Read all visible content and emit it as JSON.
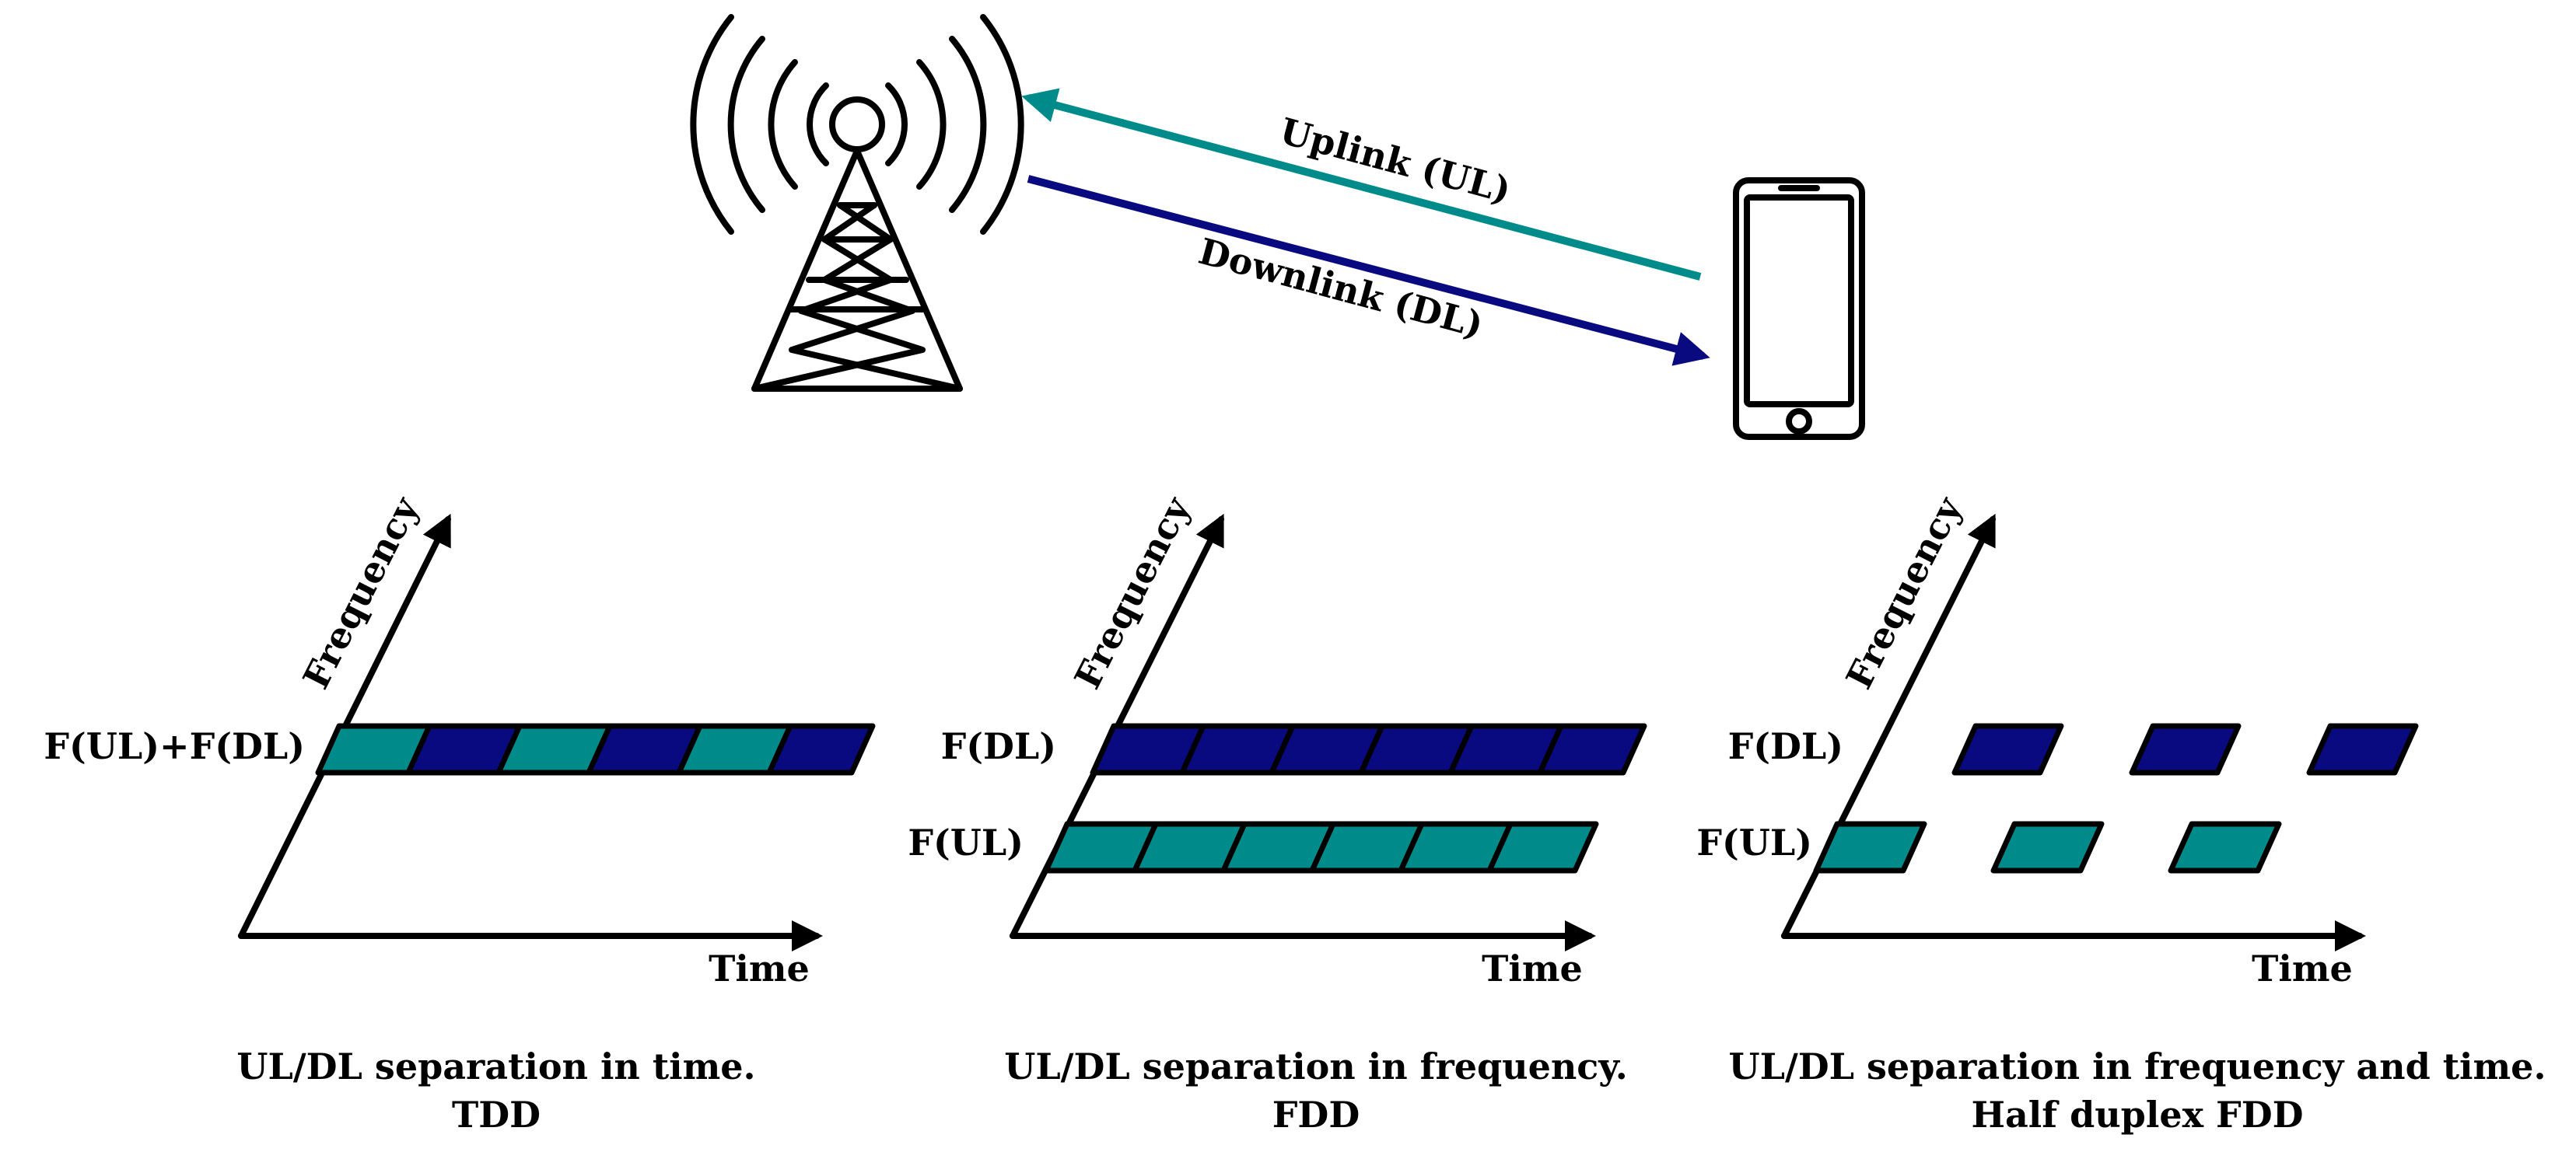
{
  "colors": {
    "uplink": "#008b8b",
    "downlink": "#0a0a80",
    "ink": "#000000"
  },
  "links": {
    "uplink_label": "Uplink (UL)",
    "downlink_label": "Downlink (DL)"
  },
  "icons": {
    "tower": "cell-tower-icon",
    "phone": "smartphone-icon"
  },
  "panels": [
    {
      "id": "tdd",
      "y_axis_label": "Frequency",
      "x_axis_label": "Time",
      "band_labels": [
        "F(UL)+F(DL)"
      ],
      "caption_line1": "UL/DL separation in time.",
      "caption_line2": "TDD",
      "slots": [
        "UL",
        "DL",
        "UL",
        "DL",
        "UL",
        "DL"
      ]
    },
    {
      "id": "fdd",
      "y_axis_label": "Frequency",
      "x_axis_label": "Time",
      "band_labels": [
        "F(DL)",
        "F(UL)"
      ],
      "caption_line1": "UL/DL separation in frequency.",
      "caption_line2": "FDD",
      "dl_slots": 6,
      "ul_slots": 6
    },
    {
      "id": "hdfdd",
      "y_axis_label": "Frequency",
      "x_axis_label": "Time",
      "band_labels": [
        "F(DL)",
        "F(UL)"
      ],
      "caption_line1": "UL/DL separation in frequency and time.",
      "caption_line2": "Half duplex FDD",
      "dl_slots": 3,
      "ul_slots": 3
    }
  ]
}
